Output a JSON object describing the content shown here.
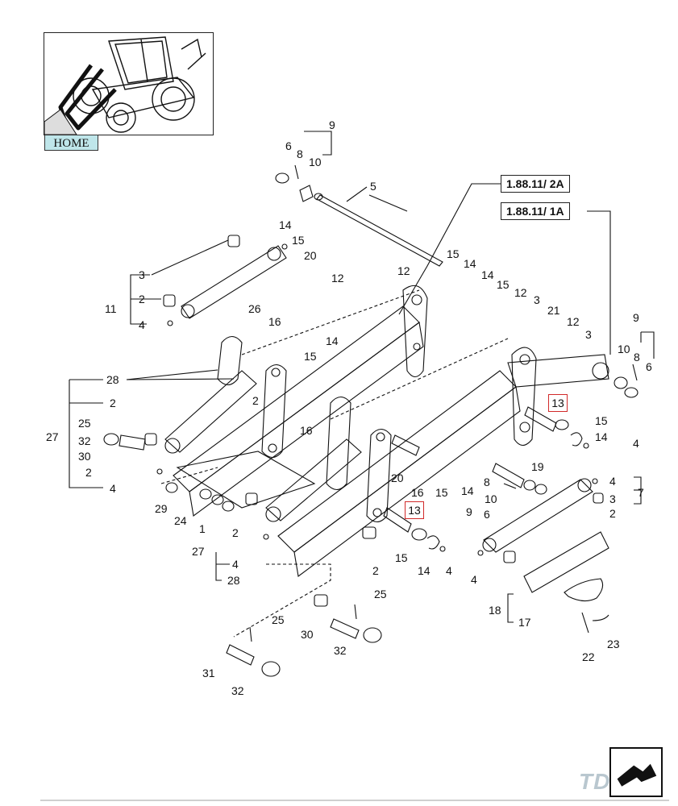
{
  "home_button": {
    "label": "HOME"
  },
  "references": {
    "ref_2a": "1.88.11/ 2A",
    "ref_1a": "1.88.11/ 1A"
  },
  "highlighted": [
    "13",
    "13"
  ],
  "callouts": [
    {
      "id": "c1",
      "text": "9"
    },
    {
      "id": "c2",
      "text": "6"
    },
    {
      "id": "c3",
      "text": "8"
    },
    {
      "id": "c4",
      "text": "10"
    },
    {
      "id": "c5",
      "text": "5"
    },
    {
      "id": "c6",
      "text": "14"
    },
    {
      "id": "c7",
      "text": "15"
    },
    {
      "id": "c8",
      "text": "20"
    },
    {
      "id": "c9",
      "text": "3"
    },
    {
      "id": "c10",
      "text": "2"
    },
    {
      "id": "c11",
      "text": "11"
    },
    {
      "id": "c12",
      "text": "4"
    },
    {
      "id": "c13",
      "text": "12"
    },
    {
      "id": "c14",
      "text": "12"
    },
    {
      "id": "c15",
      "text": "15"
    },
    {
      "id": "c16",
      "text": "14"
    },
    {
      "id": "c17",
      "text": "14"
    },
    {
      "id": "c18",
      "text": "15"
    },
    {
      "id": "c19",
      "text": "12"
    },
    {
      "id": "c20",
      "text": "3"
    },
    {
      "id": "c21",
      "text": "21"
    },
    {
      "id": "c22",
      "text": "12"
    },
    {
      "id": "c23",
      "text": "3"
    },
    {
      "id": "c24",
      "text": "26"
    },
    {
      "id": "c25",
      "text": "16"
    },
    {
      "id": "c26",
      "text": "14"
    },
    {
      "id": "c27",
      "text": "15"
    },
    {
      "id": "c28",
      "text": "28"
    },
    {
      "id": "c29",
      "text": "2"
    },
    {
      "id": "c30",
      "text": "27"
    },
    {
      "id": "c31",
      "text": "2"
    },
    {
      "id": "c32",
      "text": "25"
    },
    {
      "id": "c33",
      "text": "32"
    },
    {
      "id": "c34",
      "text": "30"
    },
    {
      "id": "c35",
      "text": "2"
    },
    {
      "id": "c36",
      "text": "4"
    },
    {
      "id": "c37",
      "text": "16"
    },
    {
      "id": "c38",
      "text": "9"
    },
    {
      "id": "c39",
      "text": "10"
    },
    {
      "id": "c40",
      "text": "8"
    },
    {
      "id": "c41",
      "text": "6"
    },
    {
      "id": "c42",
      "text": "15"
    },
    {
      "id": "c43",
      "text": "14"
    },
    {
      "id": "c44",
      "text": "4"
    },
    {
      "id": "c45",
      "text": "19"
    },
    {
      "id": "c46",
      "text": "8"
    },
    {
      "id": "c47",
      "text": "10"
    },
    {
      "id": "c48",
      "text": "9"
    },
    {
      "id": "c49",
      "text": "6"
    },
    {
      "id": "c50",
      "text": "20"
    },
    {
      "id": "c51",
      "text": "15"
    },
    {
      "id": "c52",
      "text": "14"
    },
    {
      "id": "c53",
      "text": "16"
    },
    {
      "id": "c54",
      "text": "4"
    },
    {
      "id": "c55",
      "text": "3"
    },
    {
      "id": "c56",
      "text": "7"
    },
    {
      "id": "c57",
      "text": "2"
    },
    {
      "id": "c58",
      "text": "29"
    },
    {
      "id": "c59",
      "text": "24"
    },
    {
      "id": "c60",
      "text": "1"
    },
    {
      "id": "c61",
      "text": "2"
    },
    {
      "id": "c62",
      "text": "27"
    },
    {
      "id": "c63",
      "text": "4"
    },
    {
      "id": "c64",
      "text": "28"
    },
    {
      "id": "c65",
      "text": "15"
    },
    {
      "id": "c66",
      "text": "14"
    },
    {
      "id": "c67",
      "text": "4"
    },
    {
      "id": "c68",
      "text": "4"
    },
    {
      "id": "c69",
      "text": "2"
    },
    {
      "id": "c70",
      "text": "25"
    },
    {
      "id": "c71",
      "text": "18"
    },
    {
      "id": "c72",
      "text": "17"
    },
    {
      "id": "c73",
      "text": "30"
    },
    {
      "id": "c74",
      "text": "32"
    },
    {
      "id": "c75",
      "text": "25"
    },
    {
      "id": "c76",
      "text": "22"
    },
    {
      "id": "c77",
      "text": "23"
    },
    {
      "id": "c78",
      "text": "31"
    },
    {
      "id": "c79",
      "text": "32"
    }
  ],
  "watermark": "TDC"
}
